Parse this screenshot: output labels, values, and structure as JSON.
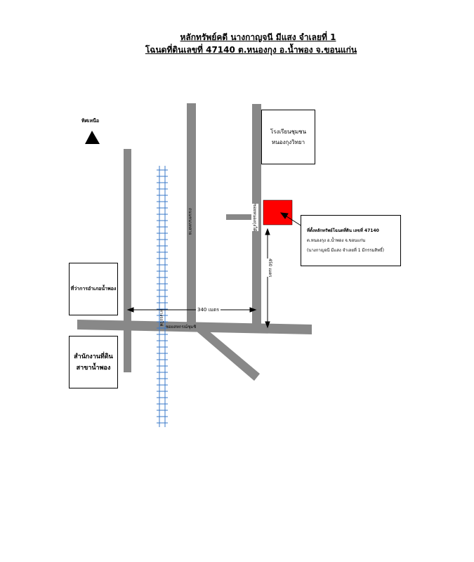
{
  "title": {
    "line1": "หลักทรัพย์คดี นางกาญจนี มีแสง  จำเลยที่ 1",
    "line2": "โฉนดที่ดินเลขที่ 47140   ต.หนองกุง อ.น้ำพอง จ.ขอนแก่น"
  },
  "north_label": "ทิศเหนือ",
  "school": {
    "line1": "โรงเรียนชุมชน",
    "line2": "หนองกุงวิทยา"
  },
  "land_info": {
    "line1": "ที่ตั้งหลักทรัพย์โฉนดที่ดิน เลขที่ 47140",
    "line2": "ต.หนองกุง อ.น้ำพอง จ.ขอนแก่น",
    "line3": "(นางกาญจนี มีแสง จำเลยที่ 1 มีกรรมสิทธิ์)"
  },
  "district_office": "ที่ว่าการอำเภอน้ำพอง",
  "land_office": {
    "line1": "สำนักงานที่ดิน",
    "line2": "สาขาน้ำพอง"
  },
  "distance_horizontal": "340 เมตร",
  "distance_vertical": "450 เมตร",
  "road_label_bottom": "ซอยสหกรณ์ชุมชิ",
  "road_label_v1": "ถนนชนบทสาย",
  "road_label_v2": "ซอยหนองกุงใต้",
  "rail_label": "ทางรถไฟ",
  "colors": {
    "road": "#888888",
    "rail": "#3a78c9",
    "parcel": "#ff0000"
  }
}
